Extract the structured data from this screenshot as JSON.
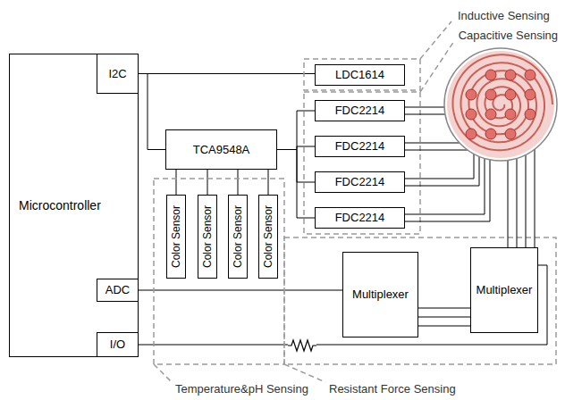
{
  "diagram": {
    "nodes": [
      {
        "text": [
          "Microcontroller"
        ]
      },
      {
        "text": [
          "I2C"
        ],
        "in": 0
      },
      {
        "text": [
          "ADC"
        ],
        "in": 0
      },
      {
        "text": [
          "I/O"
        ],
        "in": 0
      },
      {
        "text": [
          "TCA9548A"
        ]
      },
      {
        "text": [
          "Color Sensor"
        ]
      },
      {
        "text": [
          "Color Sensor"
        ]
      },
      {
        "text": [
          "Color Sensor"
        ]
      },
      {
        "text": [
          "Color Sensor"
        ]
      },
      {
        "text": [
          "LDC1614"
        ]
      },
      {
        "text": [
          "FDC2214"
        ]
      },
      {
        "text": [
          "FDC2214"
        ]
      },
      {
        "text": [
          "FDC2214"
        ]
      },
      {
        "text": [
          "FDC2214"
        ]
      },
      {
        "text": [
          "Multiplexer"
        ]
      },
      {
        "text": [
          "Multiplexer"
        ]
      }
    ],
    "edges": [
      {
        "from": 1,
        "to": 9,
        "arrow": "none"
      },
      {
        "from": 1,
        "to": 4,
        "arrow": "none"
      },
      {
        "from": 4,
        "to": 10,
        "arrow": "none"
      },
      {
        "from": 4,
        "to": 11,
        "arrow": "none"
      },
      {
        "from": 4,
        "to": 12,
        "arrow": "none"
      },
      {
        "from": 4,
        "to": 13,
        "arrow": "none"
      },
      {
        "from": 4,
        "to": 5,
        "arrow": "none"
      },
      {
        "from": 4,
        "to": 6,
        "arrow": "none"
      },
      {
        "from": 4,
        "to": 7,
        "arrow": "none"
      },
      {
        "from": 4,
        "to": 8,
        "arrow": "none"
      },
      {
        "from": 2,
        "to": 14,
        "arrow": "none"
      },
      {
        "from": 3,
        "to": 15,
        "arrow": "none"
      },
      {
        "from": 14,
        "to": 15,
        "arrow": "none"
      },
      {
        "from": 14,
        "to": 15,
        "arrow": "none"
      },
      {
        "from": 14,
        "to": 15,
        "arrow": "none"
      }
    ],
    "labels": [
      "Inductive Sensing",
      "Capacitive Sensing",
      "Temperature&pH Sensing",
      "Resistant Force Sensing"
    ]
  }
}
